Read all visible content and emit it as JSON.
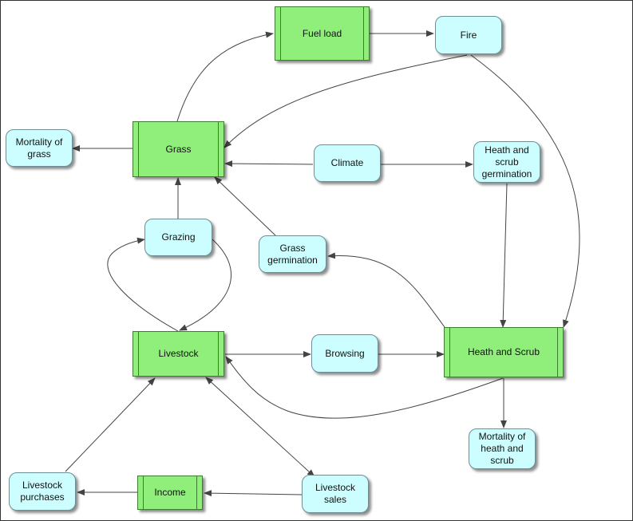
{
  "nodes": {
    "fuel_load": "Fuel load",
    "fire": "Fire",
    "mortality_grass": "Mortality of\ngrass",
    "grass": "Grass",
    "climate": "Climate",
    "heath_germination": "Heath and\nscrub\ngermination",
    "grazing": "Grazing",
    "grass_germination": "Grass\ngermination",
    "livestock": "Livestock",
    "browsing": "Browsing",
    "heath_scrub": "Heath and Scrub",
    "mortality_heath": "Mortality of\nheath and\nscrub",
    "livestock_purchases": "Livestock\npurchases",
    "income": "Income",
    "livestock_sales": "Livestock\nsales"
  },
  "colors": {
    "stock_fill": "#90ee7a",
    "aux_fill": "#ccfeff",
    "edge": "#444444"
  }
}
